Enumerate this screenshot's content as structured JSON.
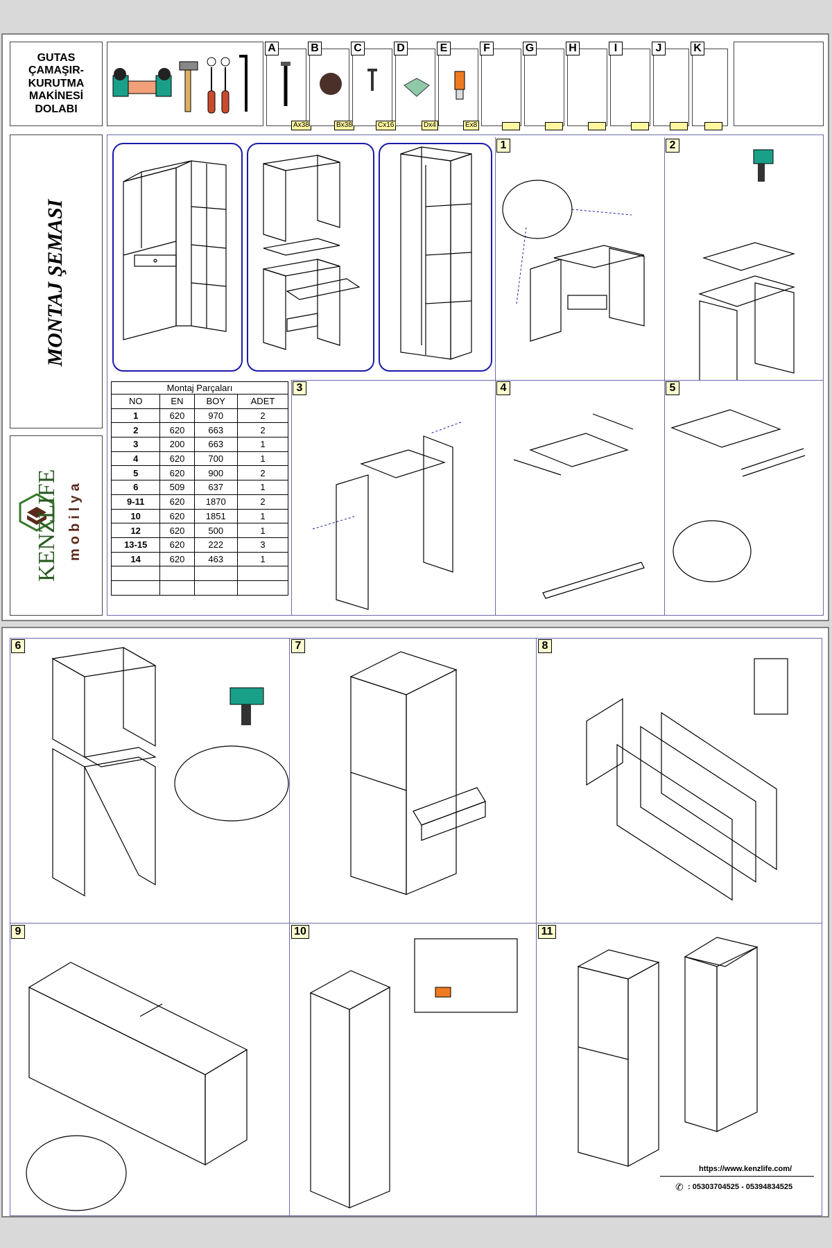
{
  "product_title": "GUTAS\nÇAMAŞIR-\nKURUTMA\nMAKİNESİ\nDOLABI",
  "diagram_title": "MONTAJ ŞEMASI",
  "brand": {
    "name": "KENZLIFE",
    "tagline": "mobilya"
  },
  "hardware": [
    {
      "letter": "A",
      "count": "Ax38",
      "icon": "long-screw-icon"
    },
    {
      "letter": "B",
      "count": "Bx38",
      "icon": "screw-cap-icon"
    },
    {
      "letter": "C",
      "count": "Cx16",
      "icon": "short-screw-icon"
    },
    {
      "letter": "D",
      "count": "Dx4",
      "icon": "connector-bracket-icon"
    },
    {
      "letter": "E",
      "count": "Ex8",
      "icon": "shelf-pin-icon"
    },
    {
      "letter": "F",
      "count": "",
      "icon": ""
    },
    {
      "letter": "G",
      "count": "",
      "icon": ""
    },
    {
      "letter": "H",
      "count": "",
      "icon": ""
    },
    {
      "letter": "I",
      "count": "",
      "icon": ""
    },
    {
      "letter": "J",
      "count": "",
      "icon": ""
    },
    {
      "letter": "K",
      "count": "",
      "icon": ""
    }
  ],
  "parts_table": {
    "caption": "Montaj Parçaları",
    "headers": [
      "NO",
      "EN",
      "BOY",
      "ADET"
    ],
    "rows": [
      [
        "1",
        "620",
        "970",
        "2"
      ],
      [
        "2",
        "620",
        "663",
        "2"
      ],
      [
        "3",
        "200",
        "663",
        "1"
      ],
      [
        "4",
        "620",
        "700",
        "1"
      ],
      [
        "5",
        "620",
        "900",
        "2"
      ],
      [
        "6",
        "509",
        "637",
        "1"
      ],
      [
        "9-11",
        "620",
        "1870",
        "2"
      ],
      [
        "10",
        "620",
        "1851",
        "1"
      ],
      [
        "12",
        "620",
        "500",
        "1"
      ],
      [
        "13-15",
        "620",
        "222",
        "3"
      ],
      [
        "14",
        "620",
        "463",
        "1"
      ],
      [
        "",
        "",
        "",
        ""
      ],
      [
        "",
        "",
        "",
        ""
      ]
    ]
  },
  "steps": [
    "1",
    "2",
    "3",
    "4",
    "5",
    "6",
    "7",
    "8",
    "9",
    "10",
    "11"
  ],
  "footer": {
    "url": "https://www.kenzlife.com/",
    "phones": ": 05303704525 - 05394834525"
  },
  "colors": {
    "accent_blue": "#1a1aa8",
    "highlight_yellow": "#fff7a0",
    "frame_gray": "#808080",
    "logo_brown": "#5a2a1a"
  }
}
